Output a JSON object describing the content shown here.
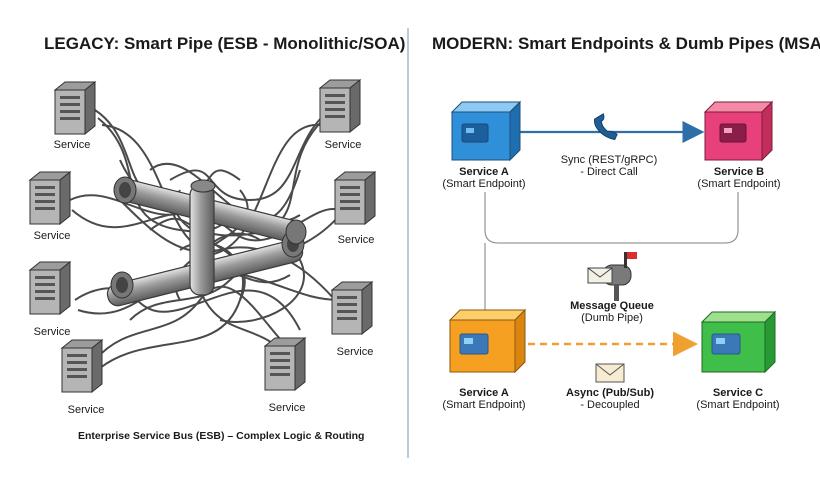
{
  "legacy": {
    "title": "LEGACY: Smart Pipe (ESB - Monolithic/SOA)",
    "service_label": "Service",
    "footer": "Enterprise Service Bus (ESB) – Complex Logic & Routing"
  },
  "modern": {
    "title": "MODERN: Smart Endpoints & Dumb Pipes (MSA)",
    "sync_service_a": {
      "name": "Service A",
      "role": "(Smart Endpoint)"
    },
    "sync_service_b": {
      "name": "Service B",
      "role": "(Smart Endpoint)"
    },
    "async_service_a": {
      "name": "Service A",
      "role": "(Smart Endpoint)"
    },
    "async_service_c": {
      "name": "Service C",
      "role": "(Smart Endpoint)"
    },
    "sync_label": {
      "line1": "Sync (REST/gRPC)",
      "line2": "- Direct Call"
    },
    "queue_label": {
      "line1": "Message Queue",
      "line2": "(Dumb Pipe)"
    },
    "async_label": {
      "line1": "Async (Pub/Sub)",
      "line2": "- Decoupled"
    }
  },
  "colors": {
    "service_a_sync": "#2f8fd8",
    "service_b": "#e8407a",
    "service_a_async": "#f5a020",
    "service_c": "#3fbf4a",
    "sync_arrow": "#2f6fa8",
    "async_arrow": "#f0a030",
    "divider": "#b9cad9"
  },
  "icons": [
    "server-icon",
    "phone-icon",
    "mailbox-icon",
    "envelope-icon",
    "pipe-junction-icon"
  ]
}
